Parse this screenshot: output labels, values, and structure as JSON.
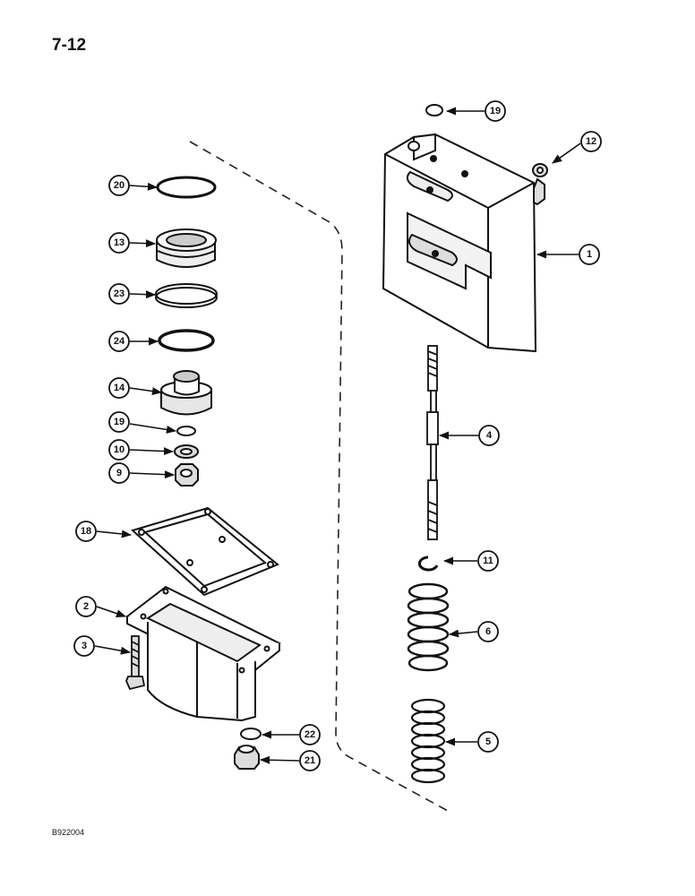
{
  "page_number": "7-12",
  "drawing_code": "B922004",
  "callouts": {
    "c19a": "19",
    "c12": "12",
    "c1": "1",
    "c20": "20",
    "c13": "13",
    "c23": "23",
    "c24": "24",
    "c14": "14",
    "c19b": "19",
    "c10": "10",
    "c9": "9",
    "c4": "4",
    "c18": "18",
    "c11": "11",
    "c2": "2",
    "c6": "6",
    "c3": "3",
    "c5": "5",
    "c22": "22",
    "c21": "21"
  }
}
